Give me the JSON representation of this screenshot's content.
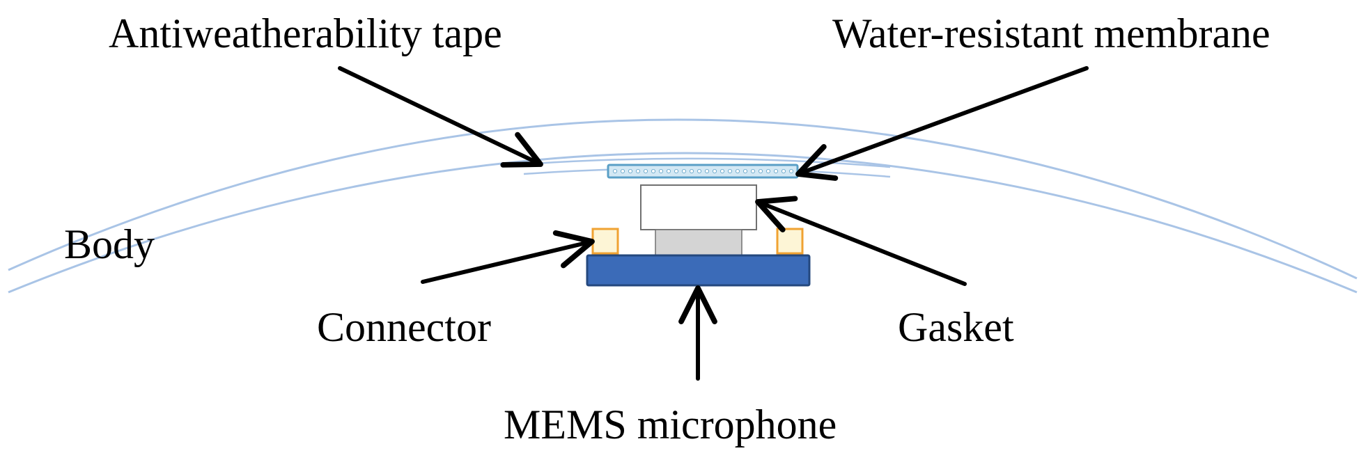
{
  "labels": {
    "tape": "Antiweatherability tape",
    "membrane": "Water-resistant  membrane",
    "body": "Body",
    "connector": "Connector",
    "gasket": "Gasket",
    "microphone": "MEMS microphone"
  },
  "colors": {
    "body_curve": "#a9c4e6",
    "tape_curve": "#a9c4e6",
    "membrane_fill": "#d3e8f4",
    "membrane_stroke": "#5a9fc6",
    "gasket_fill": "#ffffff",
    "gasket_stroke": "#707070",
    "port_fill": "#d4d4d4",
    "connector_fill": "#fdf5d6",
    "connector_stroke": "#f0a232",
    "pcb_fill": "#3b6bb8",
    "pcb_stroke": "#24487e",
    "arrow": "#000000",
    "text": "#000000"
  }
}
